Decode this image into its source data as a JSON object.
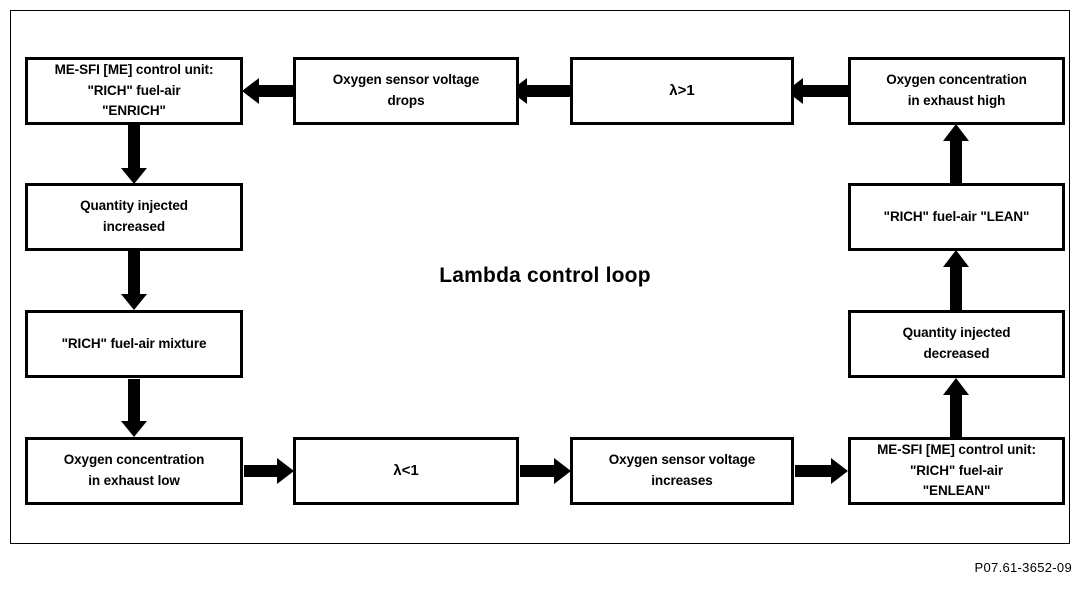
{
  "diagram": {
    "title": "Lambda control loop",
    "caption": "P07.61-3652-09",
    "accent_color": "#000000",
    "background_color": "#ffffff",
    "nodes": [
      {
        "id": "enrich",
        "label": "ME-SFI [ME] control unit:\n\"RICH\" fuel-air\n\"ENRICH\""
      },
      {
        "id": "qty-increased",
        "label": "Quantity injected\nincreased"
      },
      {
        "id": "rich-mixture",
        "label": "\"RICH\" fuel-air mixture"
      },
      {
        "id": "o2-low",
        "label": "Oxygen concentration\nin exhaust low"
      },
      {
        "id": "lambda-lt-1",
        "label": "λ<1"
      },
      {
        "id": "volt-increases",
        "label": "Oxygen sensor voltage\nincreases"
      },
      {
        "id": "enlean",
        "label": "ME-SFI [ME] control unit:\n\"RICH\" fuel-air\n\"ENLEAN\""
      },
      {
        "id": "qty-decreased",
        "label": "Quantity injected\ndecreased"
      },
      {
        "id": "rich-lean",
        "label": "\"RICH\" fuel-air \"LEAN\""
      },
      {
        "id": "o2-high",
        "label": "Oxygen concentration\nin exhaust high"
      },
      {
        "id": "lambda-gt-1",
        "label": "λ>1"
      },
      {
        "id": "volt-drops",
        "label": "Oxygen sensor voltage\ndrops"
      }
    ],
    "flow_sequence": [
      "enrich",
      "qty-increased",
      "rich-mixture",
      "o2-low",
      "lambda-lt-1",
      "volt-increases",
      "enlean",
      "qty-decreased",
      "rich-lean",
      "o2-high",
      "lambda-gt-1",
      "volt-drops",
      "enrich"
    ]
  }
}
